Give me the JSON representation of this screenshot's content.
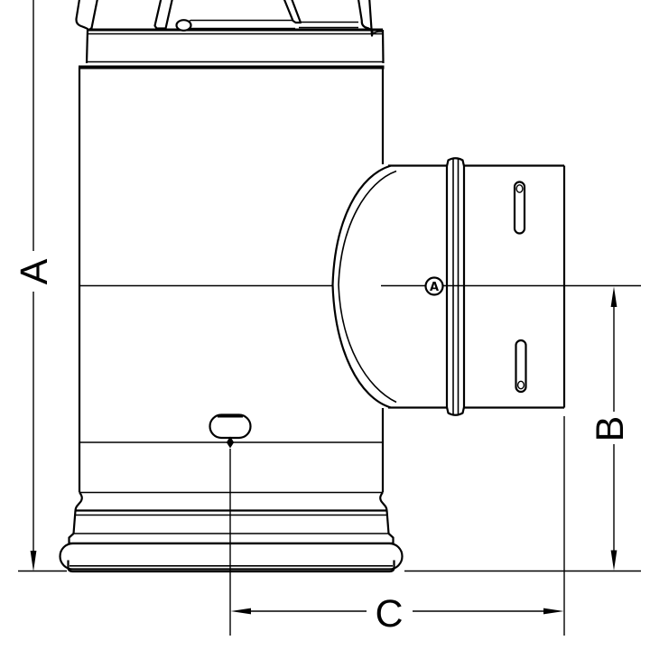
{
  "colors": {
    "ink": "#000000",
    "background": "#ffffff"
  },
  "drawing": {
    "dimension_a_label": "A",
    "dimension_b_label": "B",
    "dimension_c_label": "C",
    "datum_label": "A"
  }
}
